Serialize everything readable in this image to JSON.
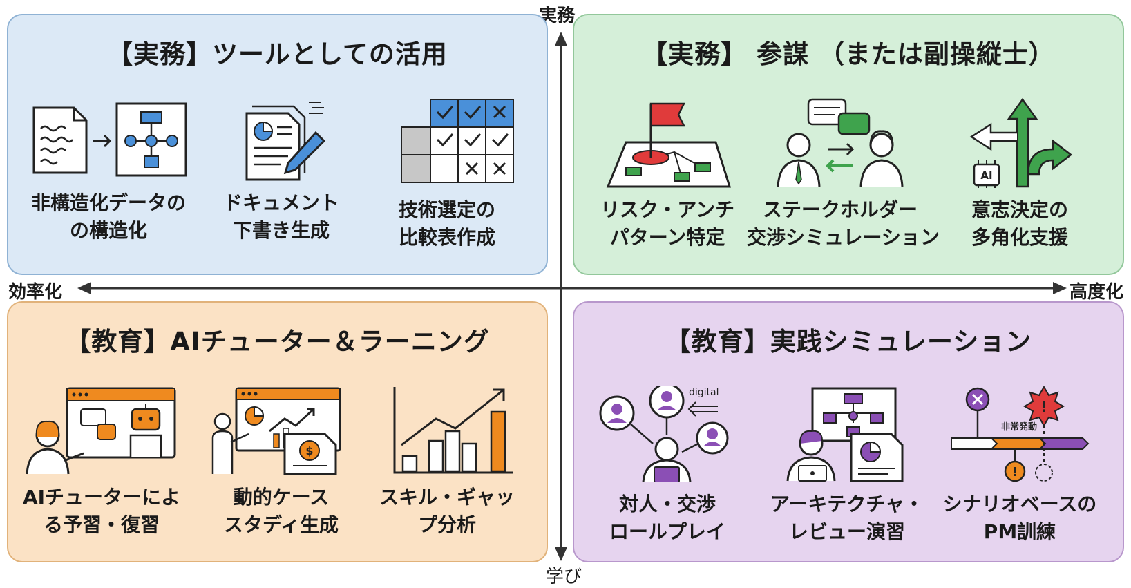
{
  "axes": {
    "top": "実務",
    "bottom": "学び",
    "left": "効率化",
    "right": "高度化"
  },
  "quadrants": {
    "top_left": {
      "title": "【実務】ツールとしての活用",
      "items": [
        {
          "icon": "document-to-flowchart-icon",
          "lines": [
            "非構造化データの",
            "の構造化"
          ]
        },
        {
          "icon": "document-pen-icon",
          "lines": [
            "ドキュメント",
            "下書き生成"
          ]
        },
        {
          "icon": "comparison-table-icon",
          "lines": [
            "技術選定の",
            "比較表作成"
          ]
        }
      ]
    },
    "top_right": {
      "title": "【実務】 参謀 （または副操縦士）",
      "items": [
        {
          "icon": "flag-map-icon",
          "lines": [
            "リスク・アンチ",
            "パターン特定"
          ]
        },
        {
          "icon": "stakeholder-exchange-icon",
          "lines": [
            "ステークホルダー",
            "交渉シミュレーション"
          ]
        },
        {
          "icon": "branching-arrows-ai-icon",
          "lines": [
            "意志決定の",
            "多角化支援"
          ],
          "chip_text": "AI"
        }
      ]
    },
    "bottom_left": {
      "title": "【教育】AIチューター＆ラーニング",
      "items": [
        {
          "icon": "ai-tutor-icon",
          "lines": [
            "AIチューターによ",
            "る予習・復習"
          ]
        },
        {
          "icon": "case-study-presentation-icon",
          "lines": [
            "動的ケース",
            "スタディ生成"
          ]
        },
        {
          "icon": "growth-bar-chart-icon",
          "lines": [
            "スキル・ギャッ",
            "プ分析"
          ]
        }
      ]
    },
    "bottom_right": {
      "title": "【教育】実践シミュレーション",
      "items": [
        {
          "icon": "people-network-icon",
          "lines": [
            "対人・交渉",
            "ロールプレイ"
          ],
          "tag_text": "digital"
        },
        {
          "icon": "architecture-review-icon",
          "lines": [
            "アーキテクチャ・",
            "レビュー演習"
          ]
        },
        {
          "icon": "timeline-alert-icon",
          "lines": [
            "シナリオベースの",
            "PM訓練"
          ],
          "tag_text": "非常発動"
        }
      ]
    }
  },
  "colors": {
    "blue_bg": "#dce9f6",
    "green_bg": "#d5efd9",
    "orange_bg": "#fbe2c5",
    "purple_bg": "#e6d4ef",
    "accent_blue": "#4a90d9",
    "accent_green": "#3fa34d",
    "accent_orange": "#ef8a1f",
    "accent_purple": "#8b4fb5",
    "accent_red": "#e03b3b"
  }
}
